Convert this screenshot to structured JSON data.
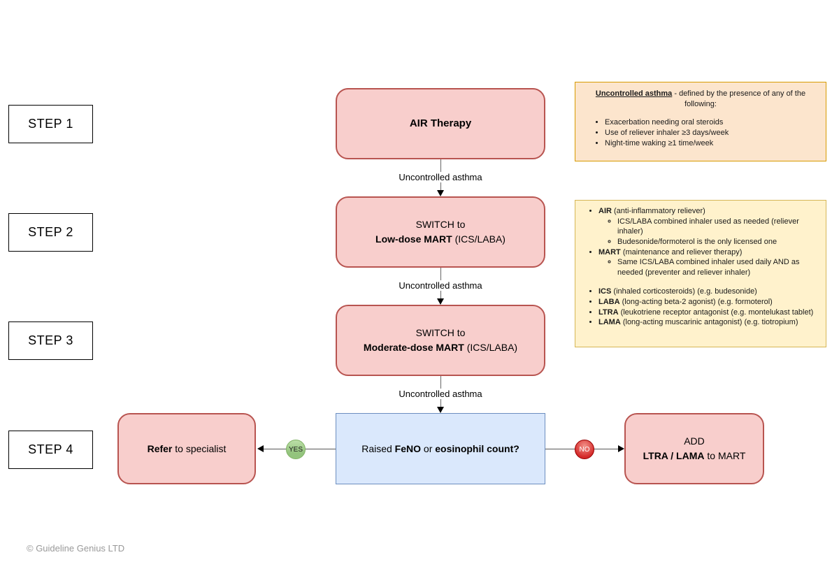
{
  "colors": {
    "flow_box_fill": "#F8CECC",
    "flow_box_border": "#B85450",
    "decision_fill": "#DAE8FC",
    "decision_border": "#6C8EBF",
    "note_orange_fill": "#FCE5CD",
    "note_orange_border": "#D79B00",
    "note_yellow_fill": "#FFF2CC",
    "note_yellow_border": "#D6B656",
    "yes_fill": "#93C47D",
    "yes_border": "#82B366",
    "no_fill": "#D52B2B",
    "no_border": "#990000"
  },
  "steps": {
    "step1": "STEP 1",
    "step2": "STEP 2",
    "step3": "STEP 3",
    "step4": "STEP 4"
  },
  "flow": {
    "edge_label": "Uncontrolled asthma",
    "air_box": {
      "title": "AIR Therapy"
    },
    "low_dose_box": {
      "line1": "SWITCH to",
      "bold": "Low-dose MART",
      "suffix": " (ICS/LABA)"
    },
    "moderate_dose_box": {
      "line1": "SWITCH to",
      "bold": "Moderate-dose MART",
      "suffix": " (ICS/LABA)"
    },
    "decision_box": {
      "prefix": "Raised ",
      "bold1": "FeNO",
      "mid": " or ",
      "bold2": "eosinophil count?"
    },
    "refer_box": {
      "bold": "Refer",
      "suffix": " to specialist"
    },
    "add_box": {
      "line1": "ADD",
      "bold": "LTRA / LAMA",
      "suffix": " to MART"
    },
    "yes_label": "YES",
    "no_label": "NO"
  },
  "notes": {
    "uncontrolled": {
      "heading_bold": "Uncontrolled asthma",
      "heading_rest": " - defined by the presence of any of the following:",
      "bullets": [
        "Exacerbation needing oral steroids",
        "Use of reliever inhaler ≥3 days/week",
        "Night-time waking ≥1 time/week"
      ]
    },
    "glossary": {
      "items": [
        {
          "term": "AIR",
          "rest": " (anti-inflammatory reliever)"
        },
        {
          "term": "MART",
          "rest": " (maintenance and reliever therapy)"
        },
        {
          "term": "ICS",
          "rest": " (inhaled corticosteroids) (e.g. budesonide)"
        },
        {
          "term": "LABA",
          "rest": " (long-acting beta-2 agonist) (e.g. formoterol)"
        },
        {
          "term": "LTRA",
          "rest": " (leukotriene receptor antagonist (e.g. montelukast tablet)"
        },
        {
          "term": "LAMA",
          "rest": " (long-acting muscarinic antagonist) (e.g. tiotropium)"
        }
      ],
      "air_subs": [
        "ICS/LABA combined inhaler used as needed (reliever inhaler)",
        "Budesonide/formoterol is the only licensed one"
      ],
      "mart_subs": [
        "Same ICS/LABA combined inhaler used daily AND as needed (preventer and reliever inhaler)"
      ]
    }
  },
  "footer": {
    "copyright": "© Guideline Genius LTD"
  }
}
